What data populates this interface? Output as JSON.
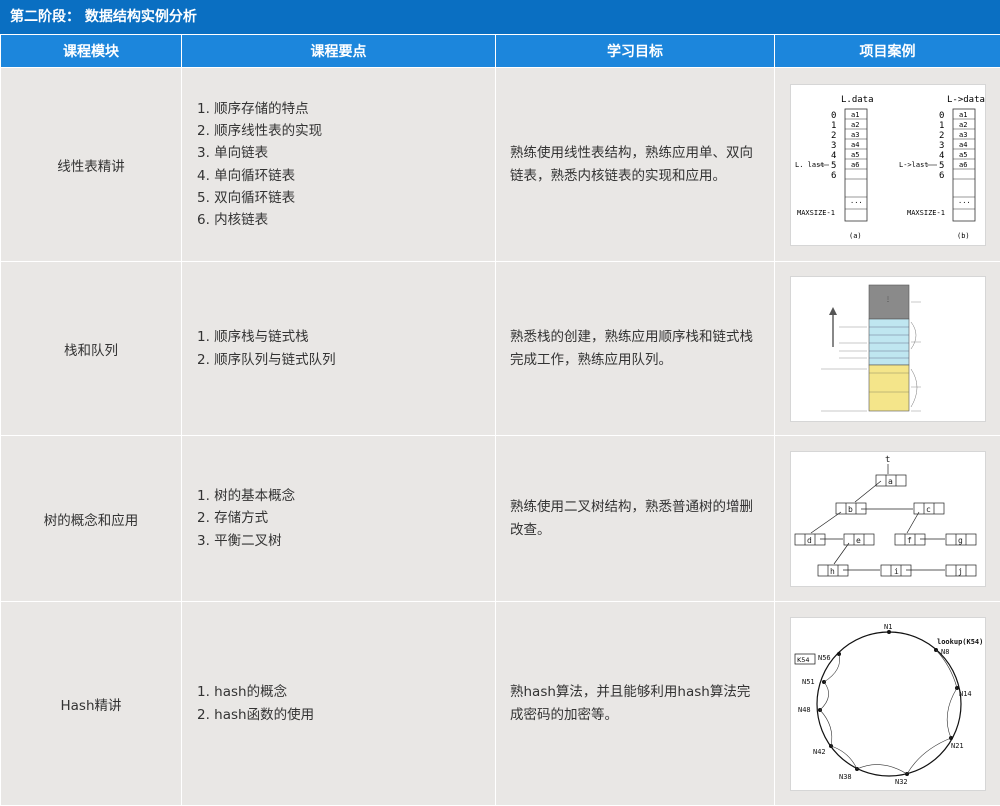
{
  "stage_title": "第二阶段： 数据结构实例分析",
  "columns": [
    "课程模块",
    "课程要点",
    "学习目标",
    "项目案例"
  ],
  "rows": [
    {
      "module": "线性表精讲",
      "points": [
        "1. 顺序存储的特点",
        "2. 顺序线性表的实现",
        "3. 单向链表",
        "4. 单向循环链表",
        "5. 双向循环链表",
        "6. 内核链表"
      ],
      "goal": "熟练使用线性表结构，熟练应用单、双向链表，熟悉内核链表的实现和应用。"
    },
    {
      "module": "栈和队列",
      "points": [
        "1. 顺序栈与链式栈",
        "2. 顺序队列与链式队列"
      ],
      "goal": "熟悉栈的创建，熟练应用顺序栈和链式栈完成工作，熟练应用队列。"
    },
    {
      "module": "树的概念和应用",
      "points": [
        "1. 树的基本概念",
        "2. 存储方式",
        "3. 平衡二叉树"
      ],
      "goal": "熟练使用二叉树结构，熟悉普通树的增删改查。"
    },
    {
      "module": "Hash精讲",
      "points": [
        "1. hash的概念",
        "2. hash函数的使用"
      ],
      "goal": "熟hash算法，并且能够利用hash算法完成密码的加密等。"
    }
  ],
  "figures": {
    "seq_list": {
      "left_title": "L.data",
      "right_title": "L->data",
      "indices": [
        "0",
        "1",
        "2",
        "3",
        "4",
        "5",
        "6"
      ],
      "cells": [
        "a1",
        "a2",
        "a3",
        "a4",
        "a5",
        "a6"
      ],
      "left_pointer": "L. last",
      "right_pointer": "L->last",
      "maxsize": "MAXSIZE-1",
      "caption_a": "(a)",
      "caption_b": "(b)"
    },
    "tree": {
      "root": "t",
      "nodes": [
        "a",
        "b",
        "c",
        "d",
        "e",
        "f",
        "g",
        "h",
        "i",
        "j"
      ]
    },
    "hash_ring": {
      "lookup": "lookup(K54)",
      "key": "K54",
      "nodes": [
        "N1",
        "N8",
        "N14",
        "N21",
        "N32",
        "N38",
        "N42",
        "N48",
        "N51",
        "N56"
      ]
    }
  }
}
